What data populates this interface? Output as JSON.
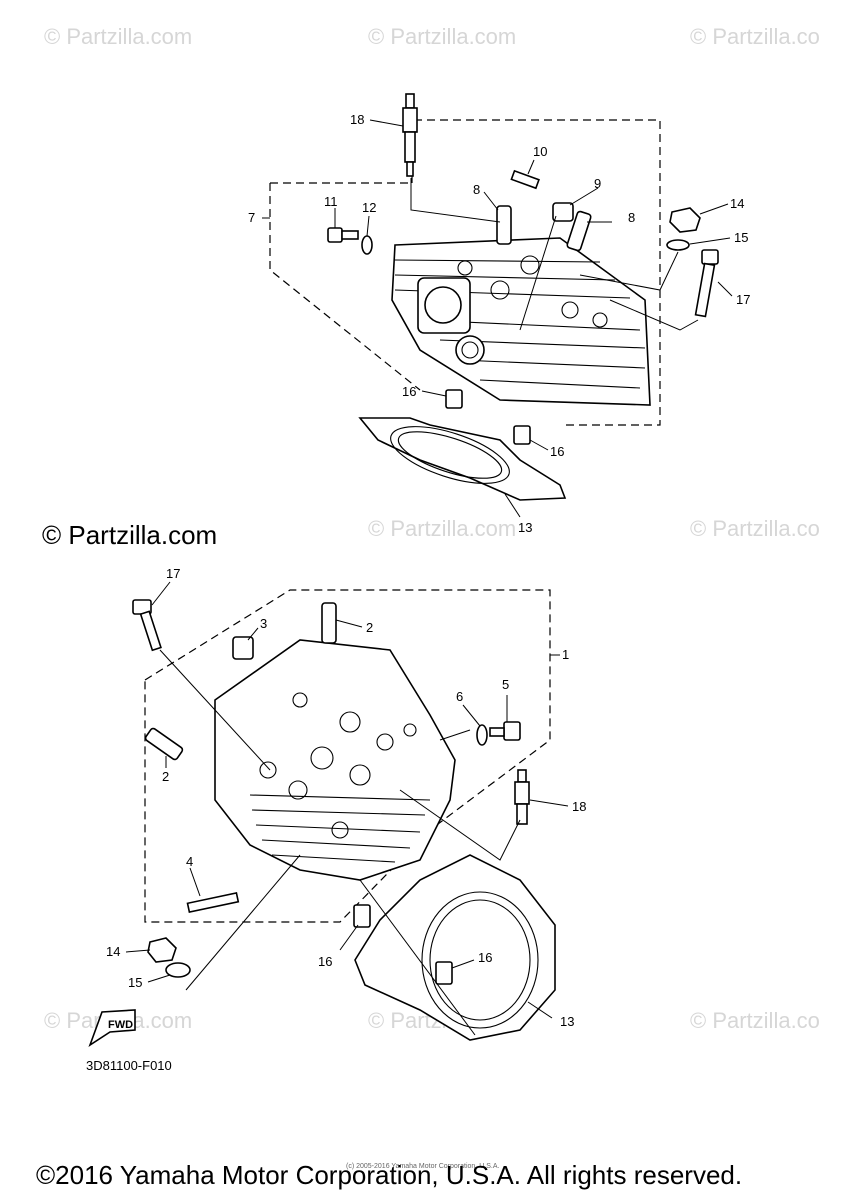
{
  "watermarks": [
    "© Partzilla.com",
    "© Partzilla.com",
    "© Partzilla.co",
    "© Partzilla.com",
    "© Partzilla.co",
    "© Partzilla.com",
    "© Partzilla.com",
    "© Partzilla.co"
  ],
  "watermark_main": "© Partzilla.com",
  "part_code": "3D81100-F010",
  "fwd_label": "FWD",
  "copyright": "©2016 Yamaha Motor Corporation, U.S.A. All rights reserved.",
  "small_print": "(c) 2005-2016 Yamaha Motor Corporation, U.S.A.",
  "callouts_top": [
    "18",
    "10",
    "8",
    "9",
    "8",
    "7",
    "11",
    "12",
    "14",
    "15",
    "17",
    "16",
    "16",
    "13"
  ],
  "callouts_bottom": [
    "17",
    "3",
    "2",
    "1",
    "2",
    "6",
    "5",
    "18",
    "4",
    "14",
    "15",
    "16",
    "16",
    "13"
  ]
}
